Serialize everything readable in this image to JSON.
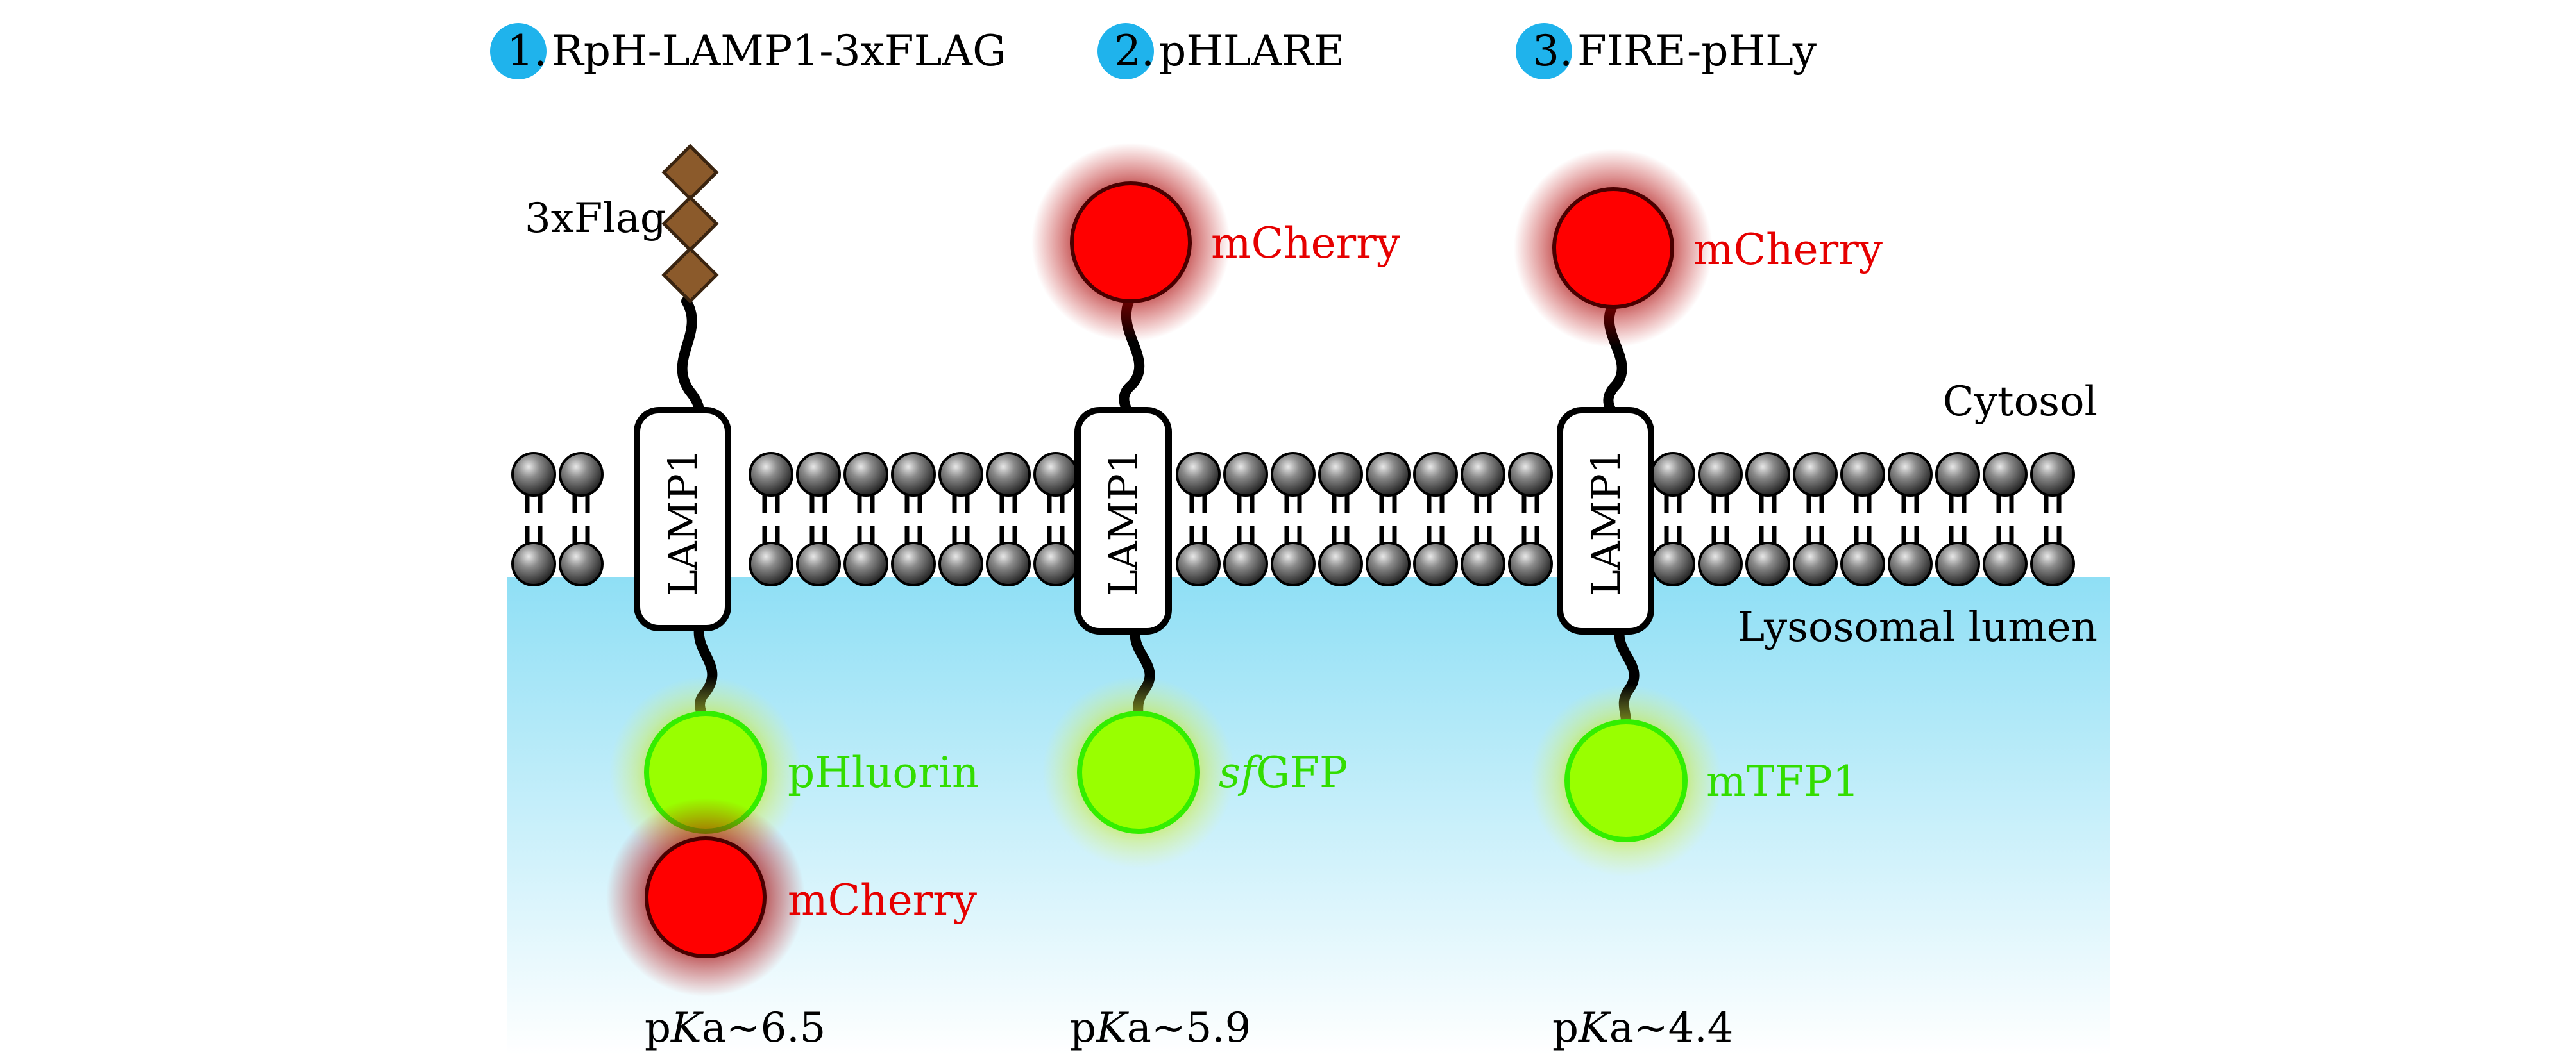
{
  "colors": {
    "badge": "#1fb3ec",
    "red_protein": "#ff0000",
    "red_text": "#e60000",
    "green_protein": "#99ff00",
    "green_outline": "#33ee00",
    "green_text": "#33dd00",
    "flag": "#8b5a2b",
    "lumen_top": "#8fdff5",
    "lumen_bottom": "#ffffff"
  },
  "probes": [
    {
      "number": "1.",
      "name": "RpH-LAMP1-3xFLAG",
      "tag_label": "3xFlag",
      "lamp_label": "LAMP1",
      "lumen_proteins": [
        "pHluorin",
        "mCherry"
      ],
      "pka_prefix": "p",
      "pka_k": "K",
      "pka_suffix": "a~6.5"
    },
    {
      "number": "2.",
      "name": "pHLARE",
      "cyto_protein": "mCherry",
      "lamp_label": "LAMP1",
      "lumen_protein_prefix": "sf",
      "lumen_protein_suffix": "GFP",
      "pka_prefix": "p",
      "pka_k": "K",
      "pka_suffix": "a~5.9"
    },
    {
      "number": "3.",
      "name": "FIRE-pHLy",
      "cyto_protein": "mCherry",
      "lamp_label": "LAMP1",
      "lumen_protein": "mTFP1",
      "pka_prefix": "p",
      "pka_k": "K",
      "pka_suffix": "a~4.4"
    }
  ],
  "regions": {
    "cytosol": "Cytosol",
    "lumen": "Lysosomal lumen"
  }
}
